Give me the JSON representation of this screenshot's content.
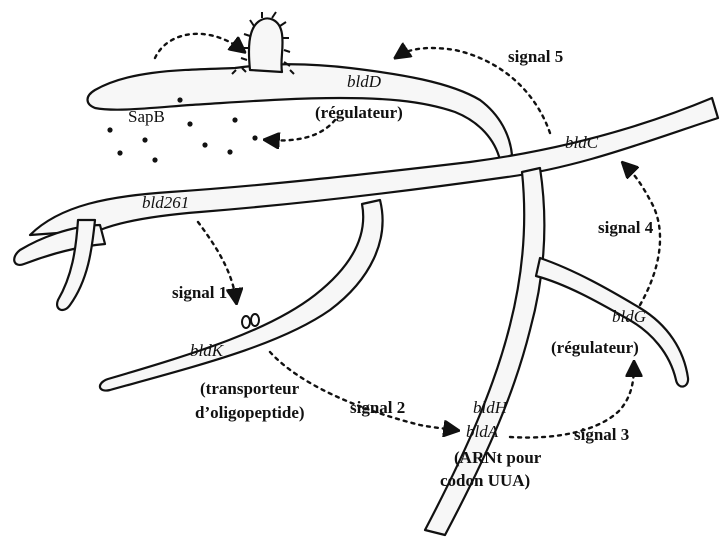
{
  "genes": {
    "bldD": "bldD",
    "bldC": "bldC",
    "bld261": "bld261",
    "bldK": "bldK",
    "bldG": "bldG",
    "bldH": "bldH",
    "bldA": "bldA"
  },
  "roles": {
    "bldD_role": "(régulateur)",
    "bldK_role_line1": "(transporteur",
    "bldK_role_line2": "d’oligopeptide)",
    "bldG_role": "(régulateur)",
    "bldA_role_line1": "(ARNt pour",
    "bldA_role_line2": "codon UUA)"
  },
  "molecules": {
    "sapB": "SapB"
  },
  "signals": {
    "signal1": "signal 1",
    "signal2": "signal 2",
    "signal3": "signal 3",
    "signal4": "signal 4",
    "signal5": "signal 5"
  }
}
